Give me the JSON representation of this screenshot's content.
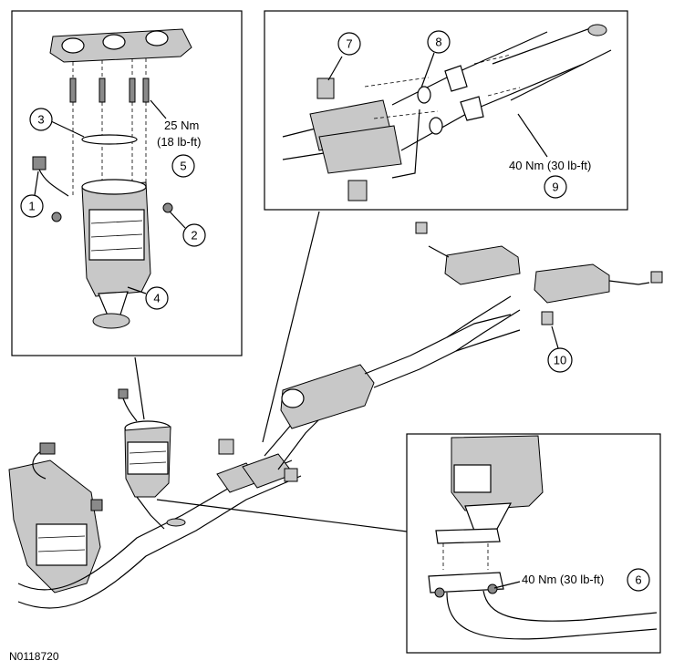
{
  "figure_id": "N0118720",
  "callouts": [
    {
      "num": "1"
    },
    {
      "num": "2"
    },
    {
      "num": "3"
    },
    {
      "num": "4"
    },
    {
      "num": "5"
    },
    {
      "num": "6"
    },
    {
      "num": "7"
    },
    {
      "num": "8"
    },
    {
      "num": "9"
    },
    {
      "num": "10"
    }
  ],
  "torque": {
    "manifold_nm": "25 Nm",
    "manifold_lbft": "(18 lb-ft)",
    "muffler_flange": "40 Nm (30 lb-ft)",
    "converter_flange": "40 Nm (30 lb-ft)"
  }
}
